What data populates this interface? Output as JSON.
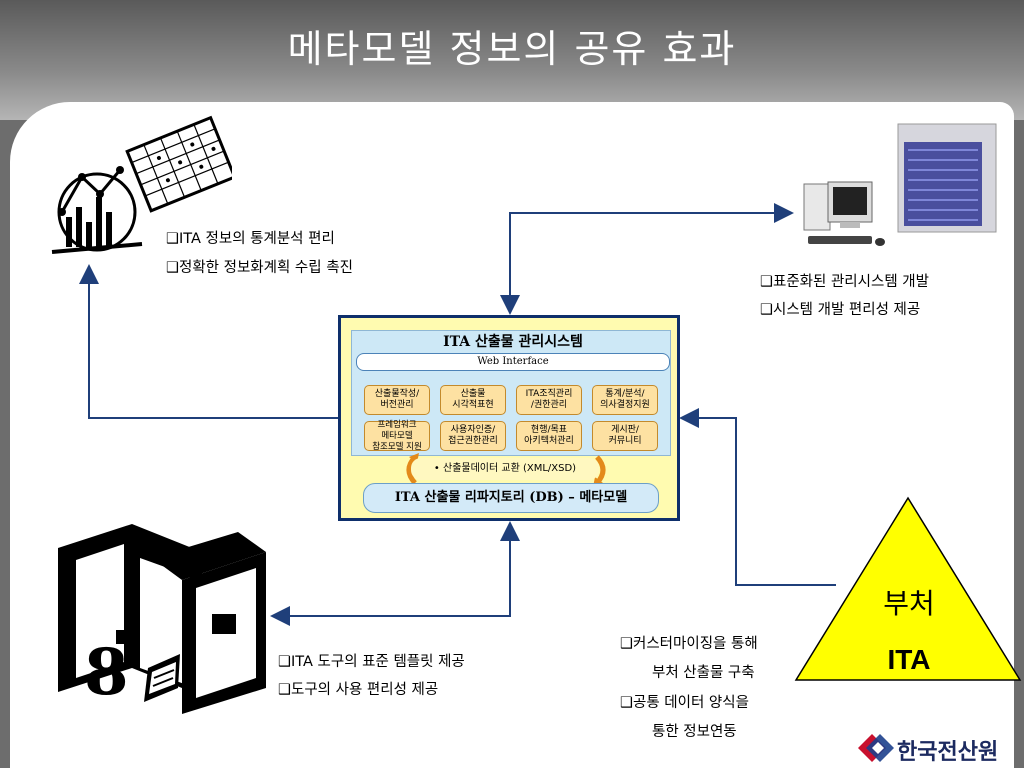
{
  "title": "메타모델 정보의 공유 효과",
  "top_left_bullets": [
    "❑ITA 정보의 통계분석 편리",
    "❑정확한 정보화계획 수립 촉진"
  ],
  "top_right_bullets": [
    "❑표준화된 관리시스템 개발",
    "❑시스템 개발 편리성 제공"
  ],
  "bottom_left_bullets": [
    "❑ITA 도구의 표준 템플릿 제공",
    "❑도구의 사용 편리성 제공"
  ],
  "bottom_right_bullets": [
    "❑커스터마이징을 통해",
    "부처 산출물 구축",
    "❑공통 데이터 양식을",
    "통한 정보연동"
  ],
  "center": {
    "system_title": "ITA 산출물 관리시스템",
    "web_interface": "Web Interface",
    "modules": [
      "산출물작성/\n버전관리",
      "산출물\n시각적표현",
      "ITA조직관리\n/권한관리",
      "통계/분석/\n의사결정지원",
      "프레임워크\n메타모델\n참조모델 지원",
      "사용자인증/\n접근권한관리",
      "현행/목표\n아키텍처관리",
      "게시판/\n커뮤니티"
    ],
    "exchange": "• 산출물데이터 교환 (XML/XSD)",
    "db": "ITA 산출물 리파지토리 (DB) – 메타모델"
  },
  "triangle": {
    "line1": "부처",
    "line2": "ITA",
    "fill": "#ffff00"
  },
  "logo": "한국전산원",
  "colors": {
    "arrow": "#1f3f7a",
    "frame": "#0e2f6b"
  }
}
